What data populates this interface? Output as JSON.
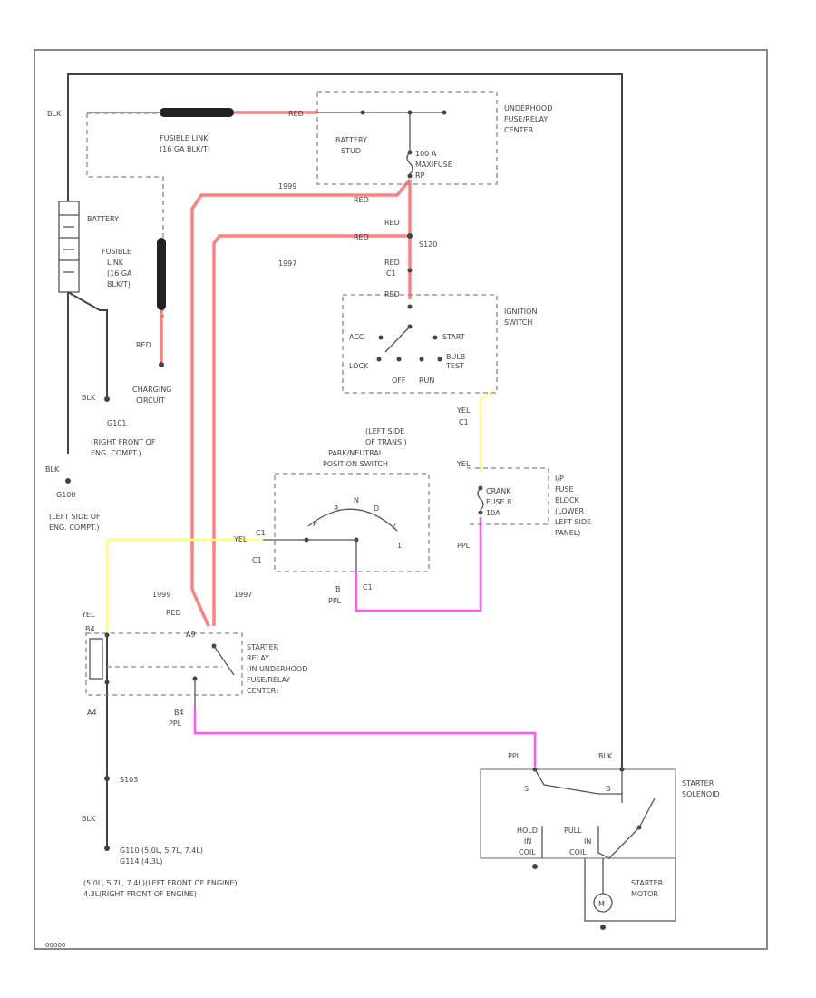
{
  "diagram_id": "00000",
  "components": {
    "fusible_link_1": {
      "label": "FUSIBLE LINK",
      "sub": "(16 GA BLK/T)"
    },
    "fusible_link_2": {
      "label_lines": [
        "FUSIBLE",
        "LINK",
        "(16 GA",
        "BLK/T)"
      ]
    },
    "battery": {
      "label": "BATTERY"
    },
    "underhood_fuse_relay": {
      "label_lines": [
        "UNDERHOOD",
        "FUSE/RELAY",
        "CENTER"
      ]
    },
    "battery_stud": {
      "label_lines": [
        "BATTERY",
        "STUD"
      ]
    },
    "maxifuse": {
      "label_lines": [
        "100 A",
        "MAXIFUSE",
        "RP"
      ]
    },
    "ignition_switch": {
      "label_lines": [
        "IGNITION",
        "SWITCH"
      ],
      "positions": {
        "acc": "ACC",
        "lock": "LOCK",
        "off": "OFF",
        "run": "RUN",
        "start": "START",
        "bulb_test": [
          "BULB",
          "TEST"
        ]
      }
    },
    "charging_circuit": {
      "label_lines": [
        "CHARGING",
        "CIRCUIT"
      ]
    },
    "park_neutral_switch": {
      "label_lines": [
        "(LEFT SIDE",
        "OF TRANS.)",
        "PARK/NEUTRAL",
        "POSITION SWITCH"
      ],
      "positions": [
        "P",
        "R",
        "N",
        "D",
        "2",
        "1"
      ]
    },
    "crank_fuse": {
      "label_lines": [
        "CRANK",
        "FUSE 8",
        "10A"
      ]
    },
    "ip_fuse_block": {
      "label_lines": [
        "I/P",
        "FUSE",
        "BLOCK",
        "(LOWER",
        "LEFT SIDE",
        "PANEL)"
      ]
    },
    "starter_relay": {
      "label_lines": [
        "STARTER",
        "RELAY",
        "(IN UNDERHOOD",
        "FUSE/RELAY",
        "CENTER)"
      ]
    },
    "starter_solenoid": {
      "label_lines": [
        "STARTER",
        "SOLENOID"
      ],
      "hold_in": [
        "HOLD",
        "IN",
        "COIL"
      ],
      "pull_in": [
        "PULL",
        "IN",
        "COIL"
      ],
      "s_term": "S",
      "b_term": "B"
    },
    "starter_motor": {
      "label_lines": [
        "STARTER",
        "MOTOR"
      ],
      "motor_symbol": "M"
    }
  },
  "wire_labels": {
    "blk_top": "BLK",
    "red_top": "RED",
    "c1899": "1999",
    "red_a": "RED",
    "red_b": "RED",
    "c1997": "1997",
    "s120": "S120",
    "red_c": "RED",
    "c1_a": "C1",
    "red_d": "RED",
    "red_charging": "RED",
    "blk_g101": "BLK",
    "g101": "G101",
    "g101_note": [
      "(RIGHT FRONT OF",
      "ENG. COMPT.)"
    ],
    "blk_g100": "BLK",
    "g100": "G100",
    "g100_note": [
      "(LEFT SIDE OF",
      "ENG. COMPT.)"
    ],
    "yel_ign": "YEL",
    "c1_b": "C1",
    "yel_crank": "YEL",
    "yel_pn": "YEL",
    "c1_pn": "C1",
    "c1_pn2": "C1",
    "ppl_crank": "PPL",
    "pn_b": "B",
    "ppl_pn": "PPL",
    "c1_pn3": "C1",
    "yel_relay": "YEL",
    "relay_b4": "B4",
    "c1999": "1999",
    "c1997b": "1997",
    "red_relay": "RED",
    "relay_a9": "A9",
    "relay_a4": "A4",
    "relay_b4b": "B4",
    "ppl_relay": "PPL",
    "s103": "S103",
    "blk_relay": "BLK",
    "ppl_sol": "PPL",
    "blk_sol": "BLK",
    "ground_notes": [
      "G110 (5.0L, 5.7L, 7.4L)",
      "G114 (4.3L)"
    ],
    "ground_notes2": [
      "(5.0L, 5.7L, 7.4L)(LEFT FRONT OF ENGINE)",
      "4.3L(RIGHT FRONT OF ENGINE)"
    ]
  },
  "colors": {
    "blk": "#444444",
    "red": "#ff8080",
    "yel": "#ffff80",
    "ppl": "#ff55ff",
    "dashed": "#888888"
  }
}
